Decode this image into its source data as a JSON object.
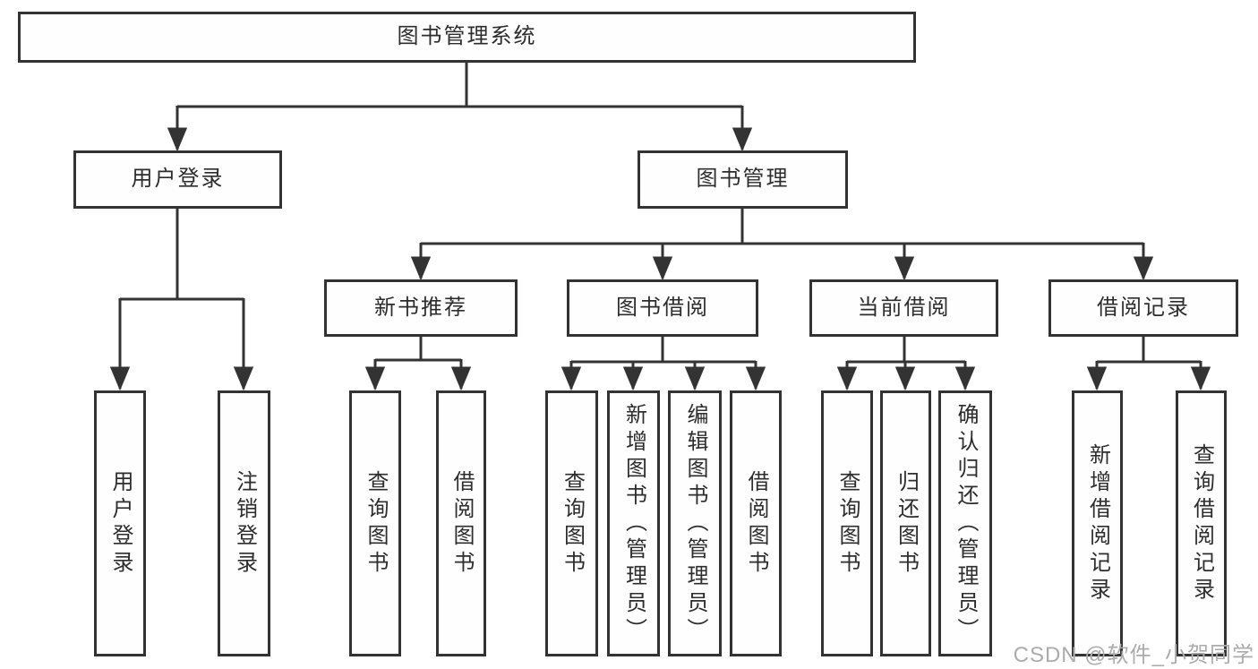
{
  "tree": {
    "label": "图书管理系统",
    "children": [
      {
        "label": "用户登录",
        "children": [
          {
            "label": "用户登录"
          },
          {
            "label": "注销登录"
          }
        ]
      },
      {
        "label": "图书管理",
        "children": [
          {
            "label": "新书推荐",
            "children": [
              {
                "label": "查询图书"
              },
              {
                "label": "借阅图书"
              }
            ]
          },
          {
            "label": "图书借阅",
            "children": [
              {
                "label": "查询图书"
              },
              {
                "label": "新增图书（管理员）"
              },
              {
                "label": "编辑图书（管理员）"
              },
              {
                "label": "借阅图书"
              }
            ]
          },
          {
            "label": "当前借阅",
            "children": [
              {
                "label": "查询图书"
              },
              {
                "label": "归还图书"
              },
              {
                "label": "确认归还（管理员）"
              }
            ]
          },
          {
            "label": "借阅记录",
            "children": [
              {
                "label": "新增借阅记录"
              },
              {
                "label": "查询借阅记录"
              }
            ]
          }
        ]
      }
    ]
  },
  "watermark": {
    "text": "CSDN @软件_小贺同学"
  },
  "colors": {
    "line": "#333333",
    "box_border": "#333333",
    "box_background": "#fefefe",
    "text": "#2d2d2d",
    "watermark": "#ababab",
    "background": "#ffffff"
  }
}
